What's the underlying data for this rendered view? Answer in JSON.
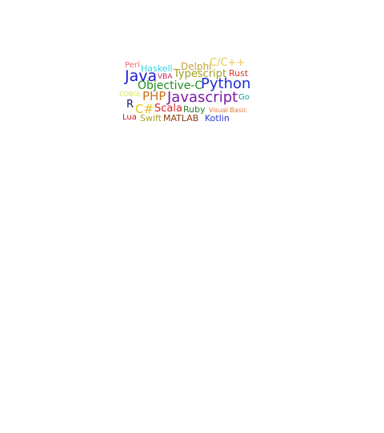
{
  "word_cloud": {
    "words": [
      {
        "text": "Perl",
        "color": "#f06a6a"
      },
      {
        "text": "Haskell",
        "color": "#33d6e0"
      },
      {
        "text": "Delphi",
        "color": "#c9a23a"
      },
      {
        "text": "C/C++",
        "color": "#e6c84a"
      },
      {
        "text": "Java",
        "color": "#1a1ad4"
      },
      {
        "text": "VBA",
        "color": "#cc1f5a"
      },
      {
        "text": "Typescript",
        "color": "#9fa21e"
      },
      {
        "text": "Rust",
        "color": "#d43b2a"
      },
      {
        "text": "Objective-C",
        "color": "#1e8f1e"
      },
      {
        "text": "Python",
        "color": "#1f2fd1"
      },
      {
        "text": "COBOL",
        "color": "#d7e84a"
      },
      {
        "text": "PHP",
        "color": "#c8741c"
      },
      {
        "text": "Javascript",
        "color": "#7e1aa6"
      },
      {
        "text": "Go",
        "color": "#169a9e"
      },
      {
        "text": "R",
        "color": "#1a1a6e"
      },
      {
        "text": "C#",
        "color": "#e8c21a"
      },
      {
        "text": "Scala",
        "color": "#e2232a"
      },
      {
        "text": "Ruby",
        "color": "#2c7d2c"
      },
      {
        "text": "Visual Basic",
        "color": "#e8752a"
      },
      {
        "text": "Lua",
        "color": "#c41a1a"
      },
      {
        "text": "Swift",
        "color": "#a8a028"
      },
      {
        "text": "MATLAB",
        "color": "#8a3a10"
      },
      {
        "text": "Kotlin",
        "color": "#2a3ad4"
      }
    ]
  }
}
